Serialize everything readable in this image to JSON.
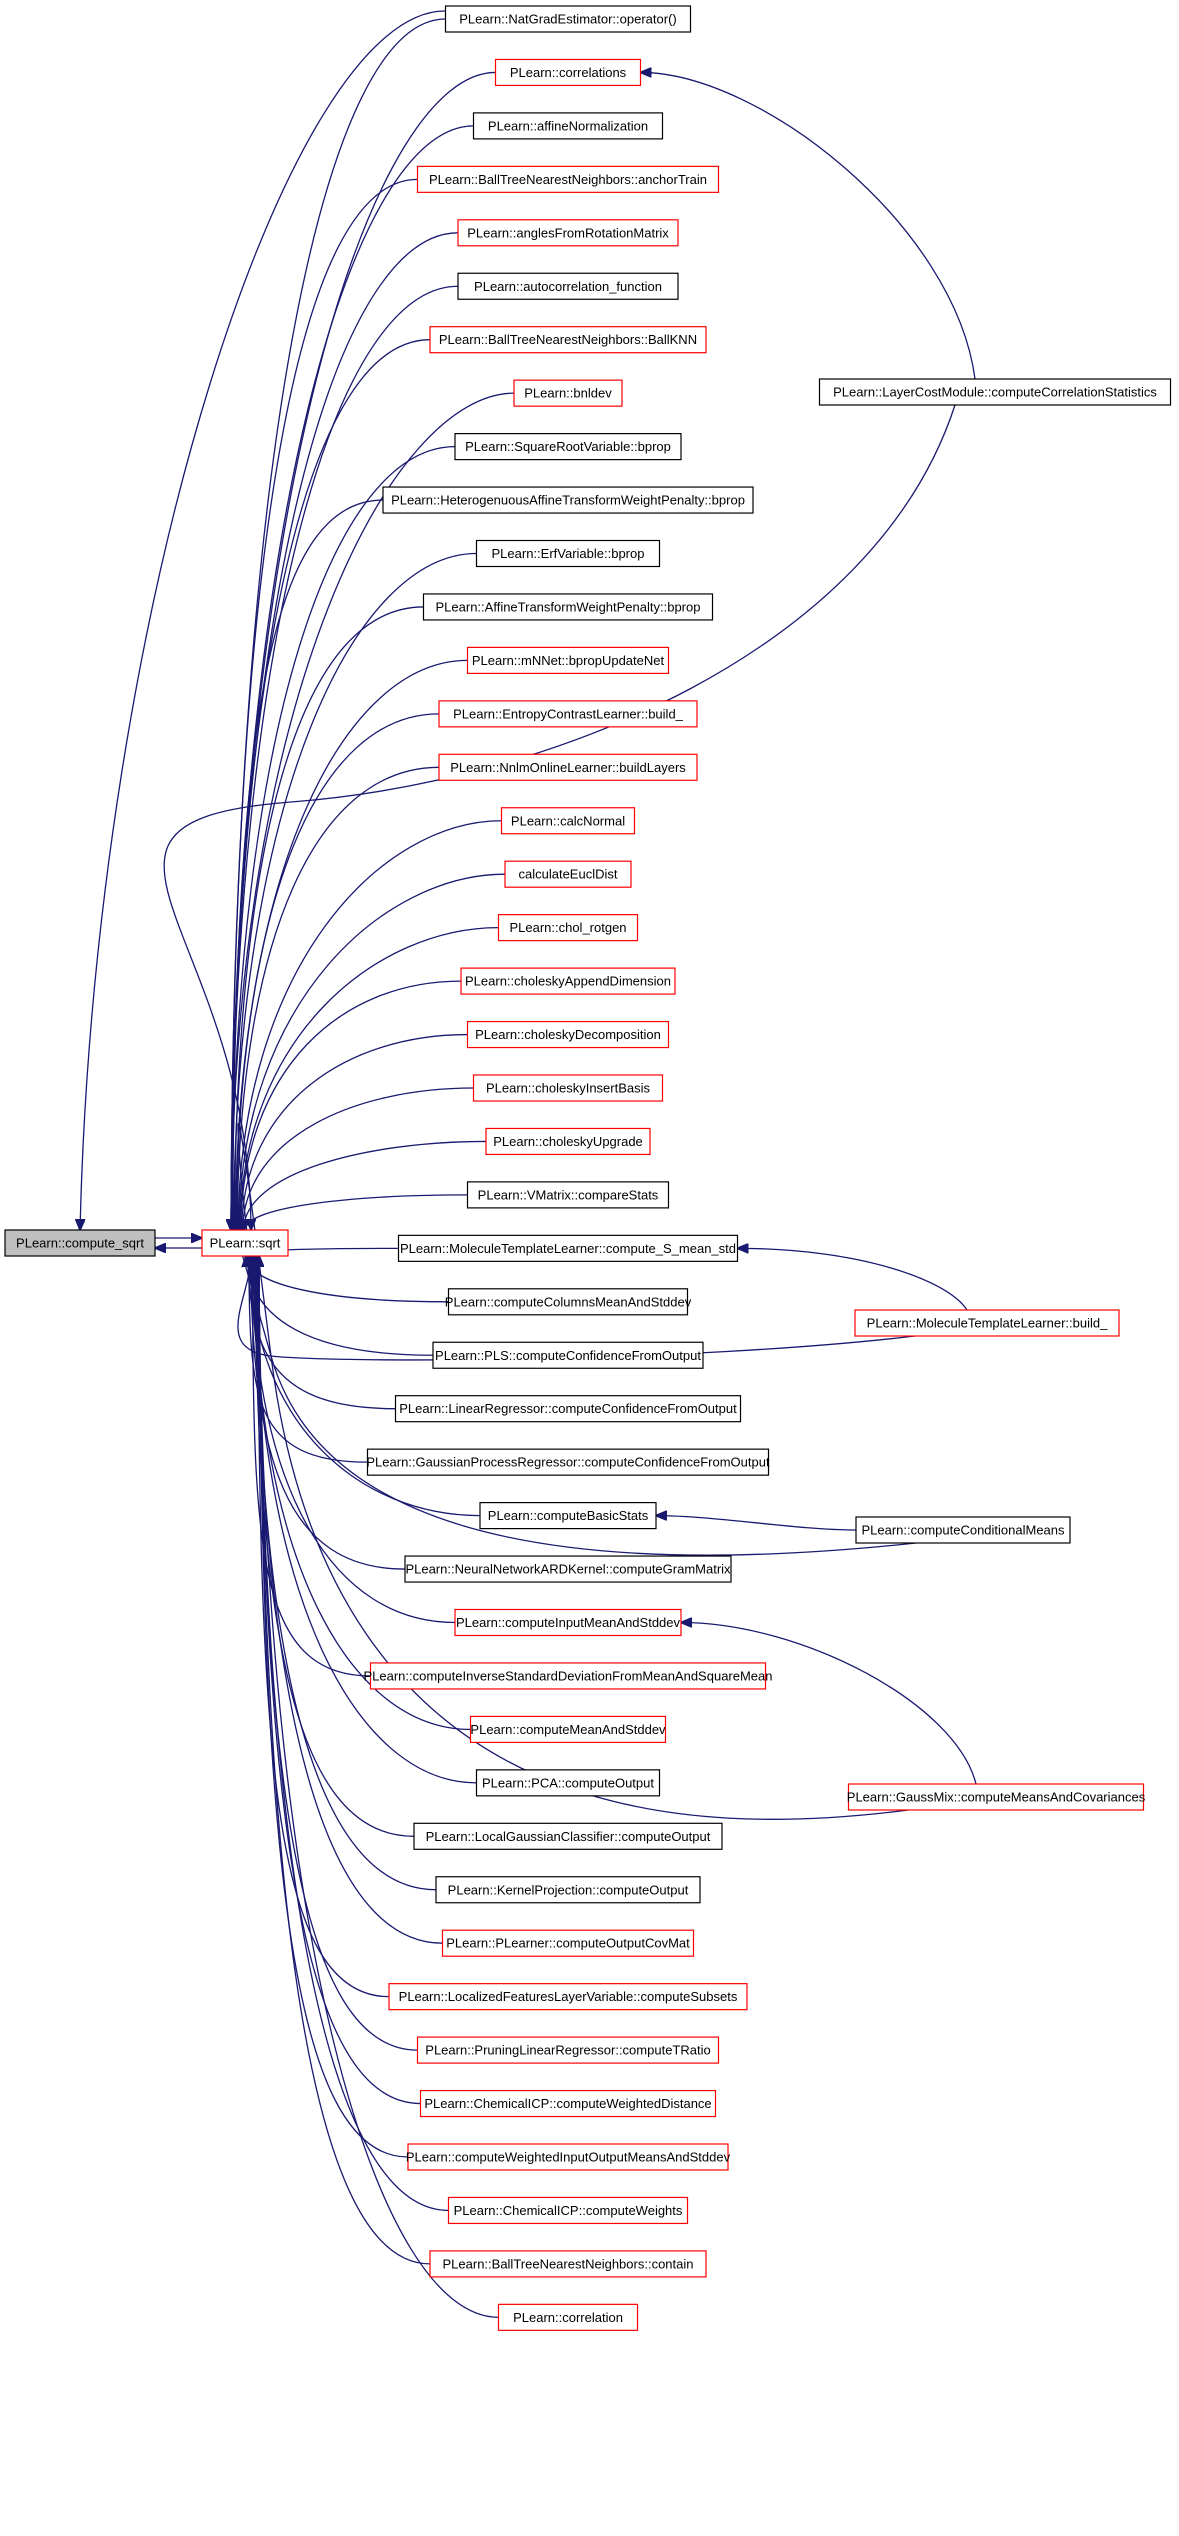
{
  "colors": {
    "edge": "#191970",
    "border_normal": "#000000",
    "border_red": "#ff0000",
    "root_fill": "#bfbfbf",
    "node_fill": "#ffffff"
  },
  "root": {
    "id": "root",
    "label": "PLearn::compute_sqrt",
    "style": "root"
  },
  "hub": {
    "id": "sqrt",
    "label": "PLearn::sqrt",
    "style": "red"
  },
  "callers": [
    {
      "id": "n0",
      "label": "PLearn::NatGradEstimator::operator()",
      "style": "black"
    },
    {
      "id": "n1",
      "label": "PLearn::correlations",
      "style": "red"
    },
    {
      "id": "n2",
      "label": "PLearn::affineNormalization",
      "style": "black"
    },
    {
      "id": "n3",
      "label": "PLearn::BallTreeNearestNeighbors::anchorTrain",
      "style": "red"
    },
    {
      "id": "n4",
      "label": "PLearn::anglesFromRotationMatrix",
      "style": "red"
    },
    {
      "id": "n5",
      "label": "PLearn::autocorrelation_function",
      "style": "black"
    },
    {
      "id": "n6",
      "label": "PLearn::BallTreeNearestNeighbors::BallKNN",
      "style": "red"
    },
    {
      "id": "n7",
      "label": "PLearn::bnldev",
      "style": "red"
    },
    {
      "id": "n8",
      "label": "PLearn::SquareRootVariable::bprop",
      "style": "black"
    },
    {
      "id": "n9",
      "label": "PLearn::HeterogenuousAffineTransformWeightPenalty::bprop",
      "style": "black"
    },
    {
      "id": "n10",
      "label": "PLearn::ErfVariable::bprop",
      "style": "black"
    },
    {
      "id": "n11",
      "label": "PLearn::AffineTransformWeightPenalty::bprop",
      "style": "black"
    },
    {
      "id": "n12",
      "label": "PLearn::mNNet::bpropUpdateNet",
      "style": "red"
    },
    {
      "id": "n13",
      "label": "PLearn::EntropyContrastLearner::build_",
      "style": "red"
    },
    {
      "id": "n14",
      "label": "PLearn::NnlmOnlineLearner::buildLayers",
      "style": "red"
    },
    {
      "id": "n15",
      "label": "PLearn::calcNormal",
      "style": "red"
    },
    {
      "id": "n16",
      "label": "calculateEuclDist",
      "style": "red"
    },
    {
      "id": "n17",
      "label": "PLearn::chol_rotgen",
      "style": "red"
    },
    {
      "id": "n18",
      "label": "PLearn::choleskyAppendDimension",
      "style": "red"
    },
    {
      "id": "n19",
      "label": "PLearn::choleskyDecomposition",
      "style": "red"
    },
    {
      "id": "n20",
      "label": "PLearn::choleskyInsertBasis",
      "style": "red"
    },
    {
      "id": "n21",
      "label": "PLearn::choleskyUpgrade",
      "style": "red"
    },
    {
      "id": "n22",
      "label": "PLearn::VMatrix::compareStats",
      "style": "black"
    },
    {
      "id": "n23",
      "label": "PLearn::MoleculeTemplateLearner::compute_S_mean_std",
      "style": "black"
    },
    {
      "id": "n24",
      "label": "PLearn::computeColumnsMeanAndStddev",
      "style": "black"
    },
    {
      "id": "n25",
      "label": "PLearn::PLS::computeConfidenceFromOutput",
      "style": "black"
    },
    {
      "id": "n26",
      "label": "PLearn::LinearRegressor::computeConfidenceFromOutput",
      "style": "black"
    },
    {
      "id": "n27",
      "label": "PLearn::GaussianProcessRegressor::computeConfidenceFromOutput",
      "style": "black"
    },
    {
      "id": "n28",
      "label": "PLearn::computeBasicStats",
      "style": "black"
    },
    {
      "id": "n29",
      "label": "PLearn::NeuralNetworkARDKernel::computeGramMatrix",
      "style": "black"
    },
    {
      "id": "n30",
      "label": "PLearn::computeInputMeanAndStddev",
      "style": "red"
    },
    {
      "id": "n31",
      "label": "PLearn::computeInverseStandardDeviationFromMeanAndSquareMean",
      "style": "red"
    },
    {
      "id": "n32",
      "label": "PLearn::computeMeanAndStddev",
      "style": "red"
    },
    {
      "id": "n33",
      "label": "PLearn::PCA::computeOutput",
      "style": "black"
    },
    {
      "id": "n34",
      "label": "PLearn::LocalGaussianClassifier::computeOutput",
      "style": "black"
    },
    {
      "id": "n35",
      "label": "PLearn::KernelProjection::computeOutput",
      "style": "black"
    },
    {
      "id": "n36",
      "label": "PLearn::PLearner::computeOutputCovMat",
      "style": "red"
    },
    {
      "id": "n37",
      "label": "PLearn::LocalizedFeaturesLayerVariable::computeSubsets",
      "style": "red"
    },
    {
      "id": "n38",
      "label": "PLearn::PruningLinearRegressor::computeTRatio",
      "style": "red"
    },
    {
      "id": "n39",
      "label": "PLearn::ChemicalICP::computeWeightedDistance",
      "style": "red"
    },
    {
      "id": "n40",
      "label": "PLearn::computeWeightedInputOutputMeansAndStddev",
      "style": "red"
    },
    {
      "id": "n41",
      "label": "PLearn::ChemicalICP::computeWeights",
      "style": "red"
    },
    {
      "id": "n42",
      "label": "PLearn::BallTreeNearestNeighbors::contain",
      "style": "red"
    },
    {
      "id": "n43",
      "label": "PLearn::correlation",
      "style": "red"
    }
  ],
  "outer": [
    {
      "id": "o1",
      "label": "PLearn::LayerCostModule::computeCorrelationStatistics",
      "style": "black"
    },
    {
      "id": "o2",
      "label": "PLearn::MoleculeTemplateLearner::build_",
      "style": "red"
    },
    {
      "id": "o3",
      "label": "PLearn::computeConditionalMeans",
      "style": "black"
    },
    {
      "id": "o4",
      "label": "PLearn::GaussMix::computeMeansAndCovariances",
      "style": "red"
    }
  ],
  "edges": [
    {
      "from": "o1",
      "to": "n1"
    },
    {
      "from": "o1",
      "to": "sqrt"
    },
    {
      "from": "o2",
      "to": "n23"
    },
    {
      "from": "o2",
      "to": "sqrt"
    },
    {
      "from": "o3",
      "to": "n28"
    },
    {
      "from": "o3",
      "to": "sqrt"
    },
    {
      "from": "o4",
      "to": "n30"
    },
    {
      "from": "o4",
      "to": "sqrt"
    },
    {
      "from": "sqrt",
      "to": "root"
    },
    {
      "from": "root",
      "to": "sqrt"
    }
  ]
}
